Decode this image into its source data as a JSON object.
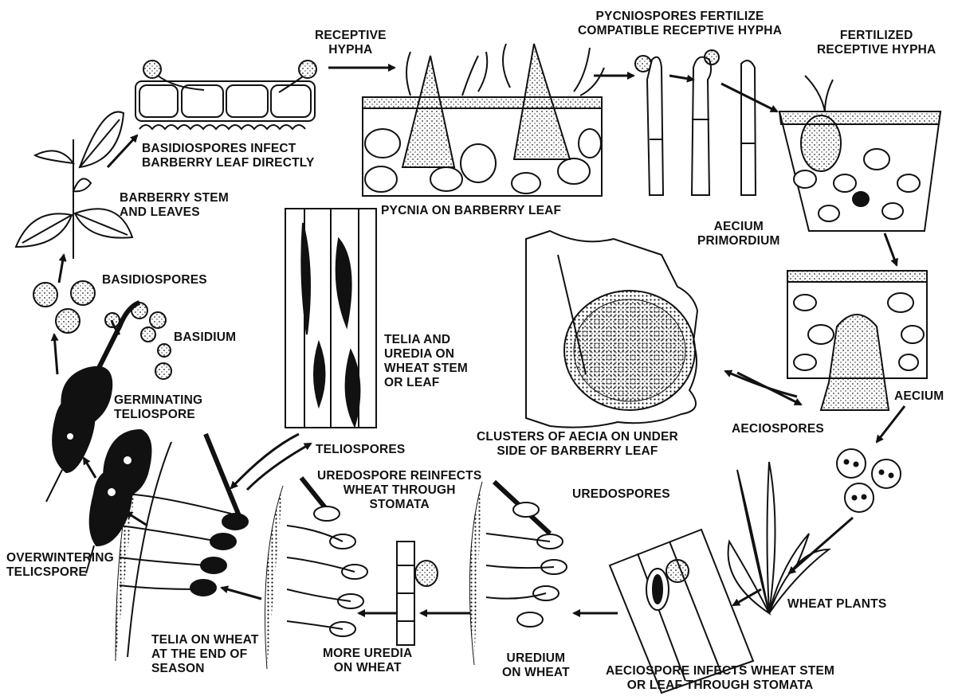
{
  "diagram": {
    "labels": {
      "receptive_hypha": [
        "RECEPTIVE",
        "HYPHA"
      ],
      "pycniospores_fertilize": [
        "PYCNIOSPORES FERTILIZE",
        "COMPATIBLE RECEPTIVE  HYPHA"
      ],
      "fertilized_receptive_hypha": [
        "FERTILIZED",
        "RECEPTIVE HYPHA"
      ],
      "basidiospores_infect": [
        "BASIDIOSPORES INFECT",
        "BARBERRY LEAF DIRECTLY"
      ],
      "barberry_stem": [
        "BARBERRY STEM",
        "AND LEAVES"
      ],
      "pycnia": "PYCNIA ON BARBERRY LEAF",
      "aecium_primordium": [
        "AECIUM",
        "PRIMORDIUM"
      ],
      "basidiospores": "BASIDIOSPORES",
      "basidium": "BASIDIUM",
      "telia_uredia": [
        "TELIA AND",
        "UREDIA ON",
        "WHEAT STEM",
        "OR LEAF"
      ],
      "germinating_teliospore": [
        "GERMINATING",
        "TELIOSPORE"
      ],
      "aecium": "AECIUM",
      "clusters_aecia": [
        "CLUSTERS OF  AECIA ON UNDER",
        "SIDE OF BARBERRY LEAF"
      ],
      "aeciospores": "AECIOSPORES",
      "teliospores": "TELIOSPORES",
      "uredospore_reinfects": [
        "UREDOSPORE REINFECTS",
        "WHEAT THROUGH",
        "STOMATA"
      ],
      "uredospores": "UREDOSPORES",
      "overwintering": [
        "OVERWINTERING",
        "TELICSPORE"
      ],
      "wheat_plants": "WHEAT PLANTS",
      "telia_end_season": [
        "TELIA ON WHEAT",
        "AT THE END OF",
        "SEASON"
      ],
      "more_uredia": [
        "MORE UREDIA",
        "ON WHEAT"
      ],
      "uredium": [
        "UREDIUM",
        "ON WHEAT"
      ],
      "aeciospore_infects": [
        "AECIOSPORE INFECTS WHEAT STEM",
        "OR LEAF THROUGH STOMATA"
      ]
    }
  }
}
